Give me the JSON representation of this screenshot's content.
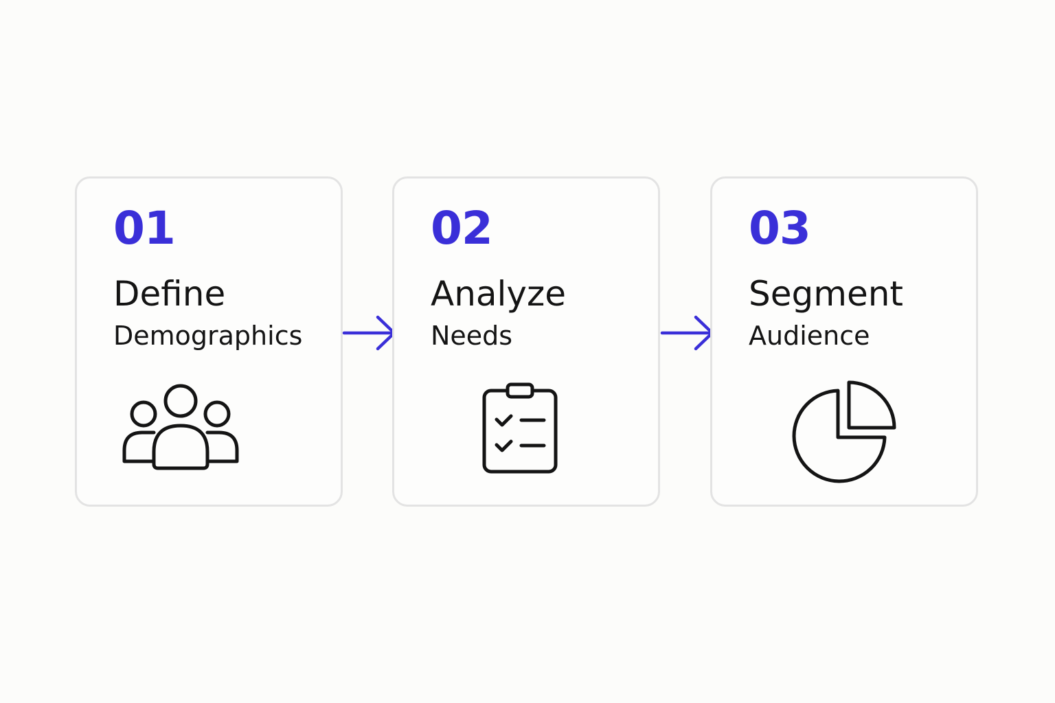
{
  "accent_color": "#3a2fd8",
  "steps": [
    {
      "number": "01",
      "title": "Define",
      "subtitle": "Demographics",
      "icon": "users-group-icon"
    },
    {
      "number": "02",
      "title": "Analyze",
      "subtitle": "Needs",
      "icon": "clipboard-checklist-icon"
    },
    {
      "number": "03",
      "title": "Segment",
      "subtitle": "Audience",
      "icon": "pie-chart-icon"
    }
  ],
  "connectors": [
    {
      "icon": "arrow-right-icon"
    },
    {
      "icon": "arrow-right-icon"
    }
  ]
}
